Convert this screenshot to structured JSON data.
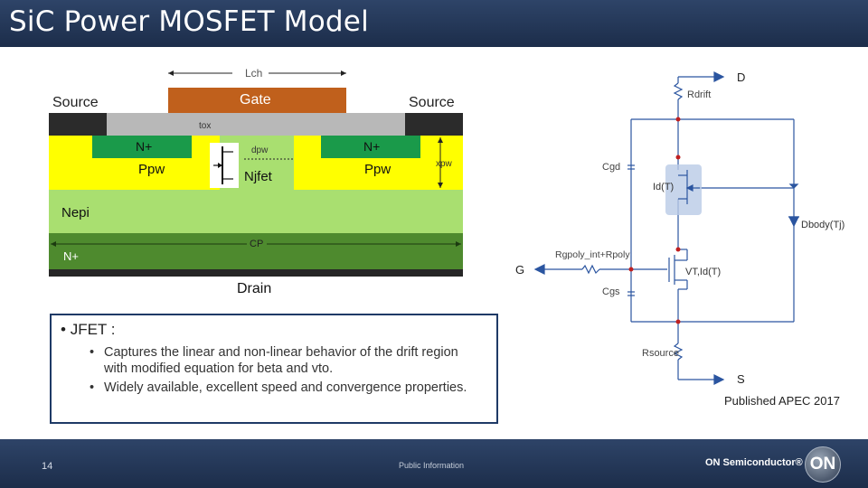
{
  "title": "SiC Power MOSFET Model",
  "cross_section": {
    "lch_label": "Lch",
    "gate_label": "Gate",
    "source_left": "Source",
    "source_right": "Source",
    "tox_label": "tox",
    "n_plus_left": "N+",
    "n_plus_right": "N+",
    "dpw_label": "dpw",
    "xpw_label": "xpw",
    "ppw_left": "Ppw",
    "ppw_right": "Ppw",
    "njfet_label": "Njfet",
    "nepi_label": "Nepi",
    "cp_label": "CP",
    "n_plus_bottom": "N+",
    "drain_label": "Drain",
    "colors": {
      "gate": "#c0601c",
      "oxide": "#b8b8b8",
      "metal": "#2b2b2b",
      "nplus": "#1a9a4a",
      "ppw": "#ffff00",
      "nepi": "#a9df70",
      "substrate": "#4e8a2e",
      "drain": "#262626"
    }
  },
  "bullets": {
    "main": "JFET :",
    "items": [
      "Captures the linear and non-linear behavior of the drift region with modified equation for beta and vto.",
      "Widely available, excellent speed and convergence properties."
    ]
  },
  "circuit": {
    "d_label": "D",
    "r_drift": "Rdrift",
    "c_gd": "Cgd",
    "jfet_label": "Id(T)",
    "d_body": "Dbody(Tj)",
    "g_label": "G",
    "r_gate": "Rgpoly_int+Rpoly",
    "mos_label": "VT,Id(T)",
    "c_gs": "Cgs",
    "r_source": "Rsource",
    "s_label": "S",
    "published": "Published APEC 2017"
  },
  "footer": {
    "page_number": "14",
    "classification": "Public Information",
    "brand": "ON Semiconductor®",
    "logo_text": "ON"
  }
}
